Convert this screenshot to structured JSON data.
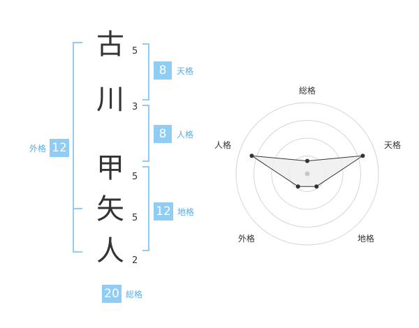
{
  "name": {
    "chars": [
      "古",
      "川",
      "甲",
      "矢",
      "人"
    ],
    "strokes": [
      "5",
      "3",
      "5",
      "5",
      "2"
    ]
  },
  "fortunes": {
    "tenkaku": {
      "value": "8",
      "label": "天格"
    },
    "jinkaku": {
      "value": "8",
      "label": "人格"
    },
    "chikaku": {
      "value": "12",
      "label": "地格"
    },
    "gaikaku": {
      "value": "12",
      "label": "外格"
    },
    "soukaku": {
      "value": "20",
      "label": "総格"
    }
  },
  "radar": {
    "axes": [
      "総格",
      "天格",
      "地格",
      "外格",
      "人格"
    ],
    "levels": 4,
    "values": [
      0.18,
      0.82,
      0.22,
      0.22,
      0.82
    ],
    "colors": {
      "grid": "#d5d5d5",
      "fill": "#eeeeee",
      "stroke": "#333333",
      "center": "#c8c8c8"
    }
  }
}
